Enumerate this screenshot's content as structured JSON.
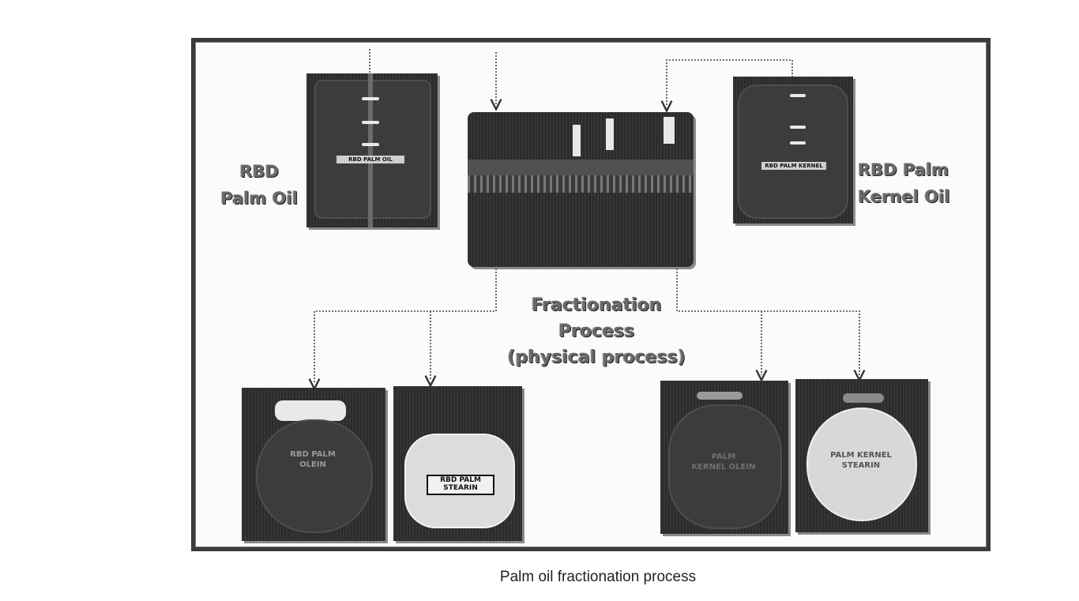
{
  "diagram": {
    "inputs": {
      "left": {
        "label_line1": "RBD",
        "label_line2": "Palm Oil",
        "jar_text": "RBD PALM OIL"
      },
      "right": {
        "label_line1": "RBD Palm",
        "label_line2": "Kernel Oil",
        "jar_text": "RBD PALM KERNEL"
      }
    },
    "process": {
      "line1": "Fractionation",
      "line2": "Process",
      "line3": "(physical process)"
    },
    "outputs": [
      {
        "line1": "RBD PALM",
        "line2": "OLEIN"
      },
      {
        "line1": "RBD PALM",
        "line2": "STEARIN"
      },
      {
        "line1": "PALM",
        "line2": "KERNEL OLEIN"
      },
      {
        "line1": "PALM KERNEL",
        "line2": "STEARIN"
      }
    ]
  },
  "caption": "Palm oil fractionation process"
}
